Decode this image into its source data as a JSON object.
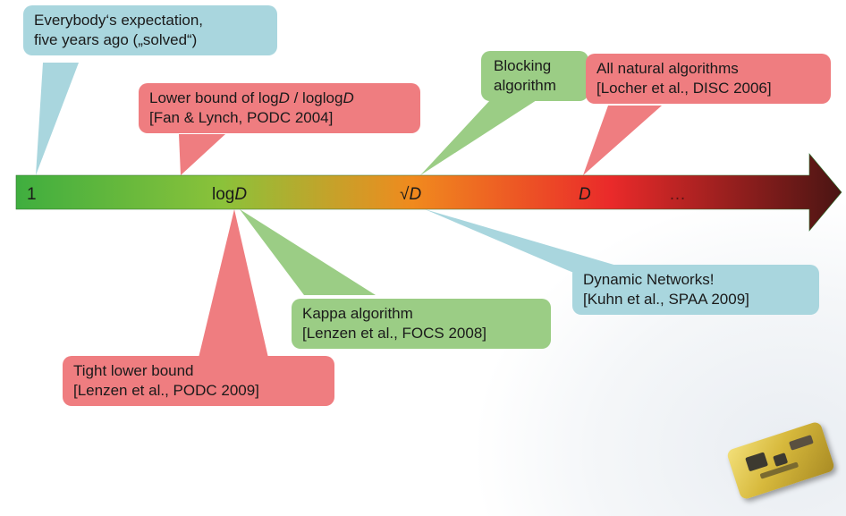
{
  "axis": {
    "colors": [
      "#3fae3f",
      "#f08a1e",
      "#ea2a2a",
      "#4a1513"
    ],
    "ticks": [
      {
        "label": "1",
        "italic": false
      },
      {
        "prefix": "log",
        "label": "D",
        "italic": true
      },
      {
        "prefix": "√",
        "label": "D",
        "italic": true
      },
      {
        "label": "D",
        "italic": true
      },
      {
        "label": "…",
        "italic": false
      }
    ]
  },
  "bubbles": {
    "expectation": {
      "line1": "Everybody‘s expectation,",
      "line2": "five years ago („solved“)",
      "color": "#a9d6de"
    },
    "lower_bound": {
      "line1_prefix": "Lower bound of log",
      "line1_d1": "D",
      "line1_mid": " / loglog",
      "line1_d2": "D",
      "line2": "[Fan & Lynch, PODC 2004]",
      "color": "#ef7d80"
    },
    "blocking": {
      "line1": "Blocking",
      "line2": "algorithm",
      "color": "#9bcd85"
    },
    "natural": {
      "line1": "All natural algorithms",
      "line2": "[Locher et al., DISC 2006]",
      "color": "#ef7d80"
    },
    "dynamic": {
      "line1": "Dynamic Networks!",
      "line2": "[Kuhn et al., SPAA 2009]",
      "color": "#a9d6de"
    },
    "kappa": {
      "line1": "Kappa algorithm",
      "line2": "[Lenzen et al., FOCS 2008]",
      "color": "#9bcd85"
    },
    "tight": {
      "line1": "Tight lower bound",
      "line2": "[Lenzen et al., PODC 2009]",
      "color": "#ef7d80"
    }
  },
  "decor": {
    "device": "sensor-node-image"
  }
}
